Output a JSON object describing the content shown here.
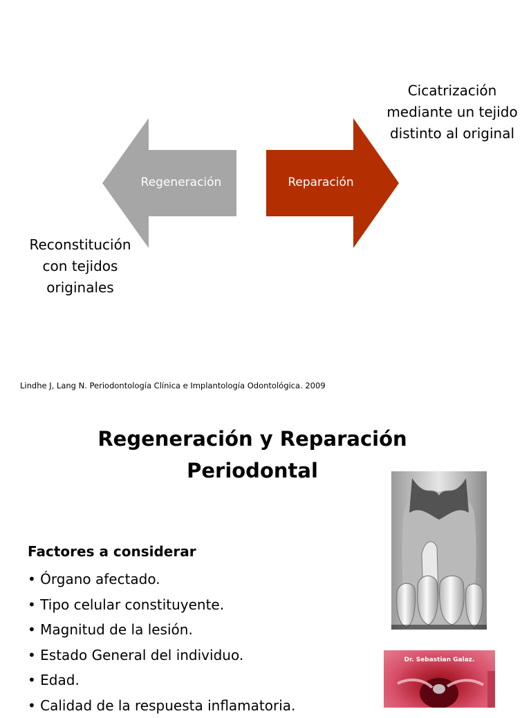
{
  "slide1": {
    "left_arrow": {
      "label": "Regeneración",
      "color": "#a6a6a6"
    },
    "right_arrow": {
      "label": "Reparación",
      "color": "#b32e00"
    },
    "right_note": [
      "Cicatrización",
      "mediante un tejido",
      "distinto al original"
    ],
    "left_note": [
      "Reconstitución",
      "con tejidos",
      "originales"
    ],
    "citation": "Lindhe J, Lang N. Periodontología Clínica e Implantología Odontológica. 2009"
  },
  "slide2": {
    "title_lines": [
      "Regeneración y Reparación",
      "Periodontal"
    ],
    "factors_heading": "Factores a considerar",
    "factors": [
      "Órgano afectado.",
      "Tipo celular constituyente.",
      "Magnitud de la lesión.",
      "Estado General del individuo.",
      "Edad.",
      "Calidad de la respuesta inflamatoria."
    ],
    "photo_credit": "Dr. Sebastian Galaz."
  }
}
